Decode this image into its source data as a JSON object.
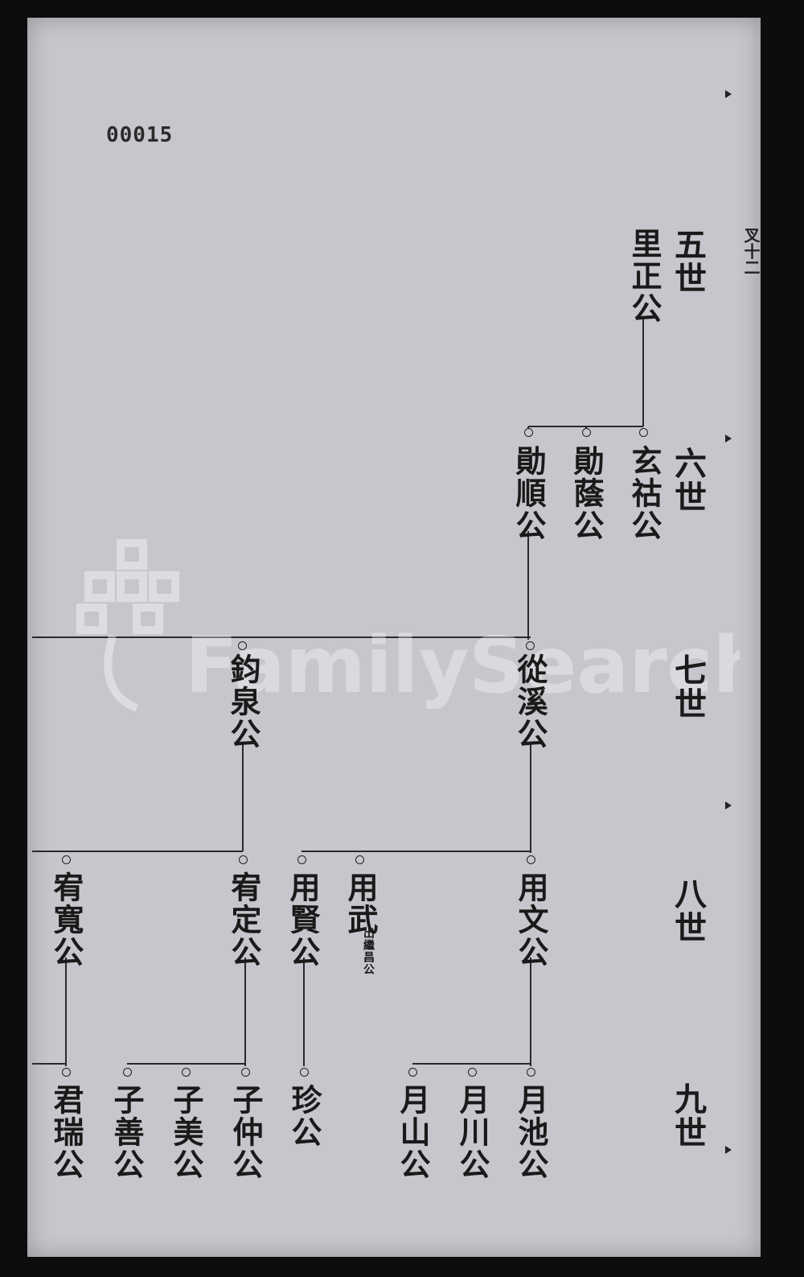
{
  "page": {
    "number": "00015",
    "folio": "叉十二"
  },
  "watermark": {
    "text": "FamilySearch"
  },
  "generations": [
    "五世",
    "六世",
    "七世",
    "八世",
    "九世"
  ],
  "persons": {
    "lizheng": "里正公",
    "xuanhu": "玄祜公",
    "xunyin": "勛蔭公",
    "xunshun": "勛順公",
    "junquan": "鈞泉公",
    "congxi": "從溪公",
    "youkuan": "宥寬公",
    "youding": "宥定公",
    "yongxian": "用賢公",
    "yongwu": "用武",
    "yongwu_note": "出繼昌公",
    "yongwen": "用文公",
    "junrui": "君瑞公",
    "zishan": "子善公",
    "zimei": "子美公",
    "zizhong": "子仲公",
    "zhen": "珍公",
    "yueshan": "月山公",
    "yuechuan": "月川公",
    "yuechi": "月池公"
  }
}
